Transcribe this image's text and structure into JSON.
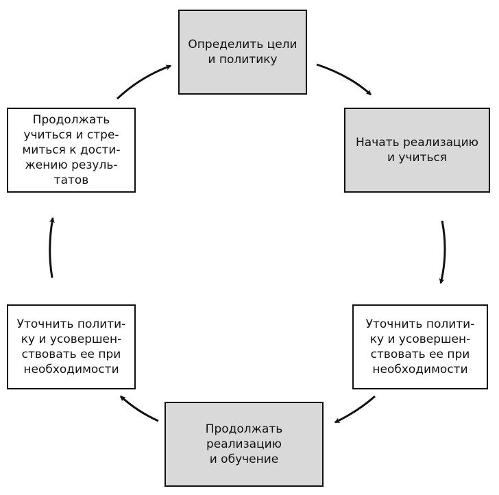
{
  "colors": {
    "box_fill_shaded": "#d9d9d9",
    "box_fill_plain": "#ffffff",
    "stroke": "#111111"
  },
  "cycle": {
    "steps": [
      {
        "text": "Определить цели\nи политику",
        "shaded": true
      },
      {
        "text": "Начать реализацию\nи учиться",
        "shaded": true
      },
      {
        "text": "Уточнить полити-\nку и усовершен-\nствовать ее при\nнеобходимости",
        "shaded": false
      },
      {
        "text": "Продолжать\nреализацию\nи обучение",
        "shaded": true
      },
      {
        "text": "Уточнить полити-\nку и усовершен-\nствовать ее при\nнеобходимости",
        "shaded": false
      },
      {
        "text": "Продолжать\nучиться и стре-\nмиться к дости-\nжению резуль-\nтатов",
        "shaded": false
      }
    ]
  }
}
